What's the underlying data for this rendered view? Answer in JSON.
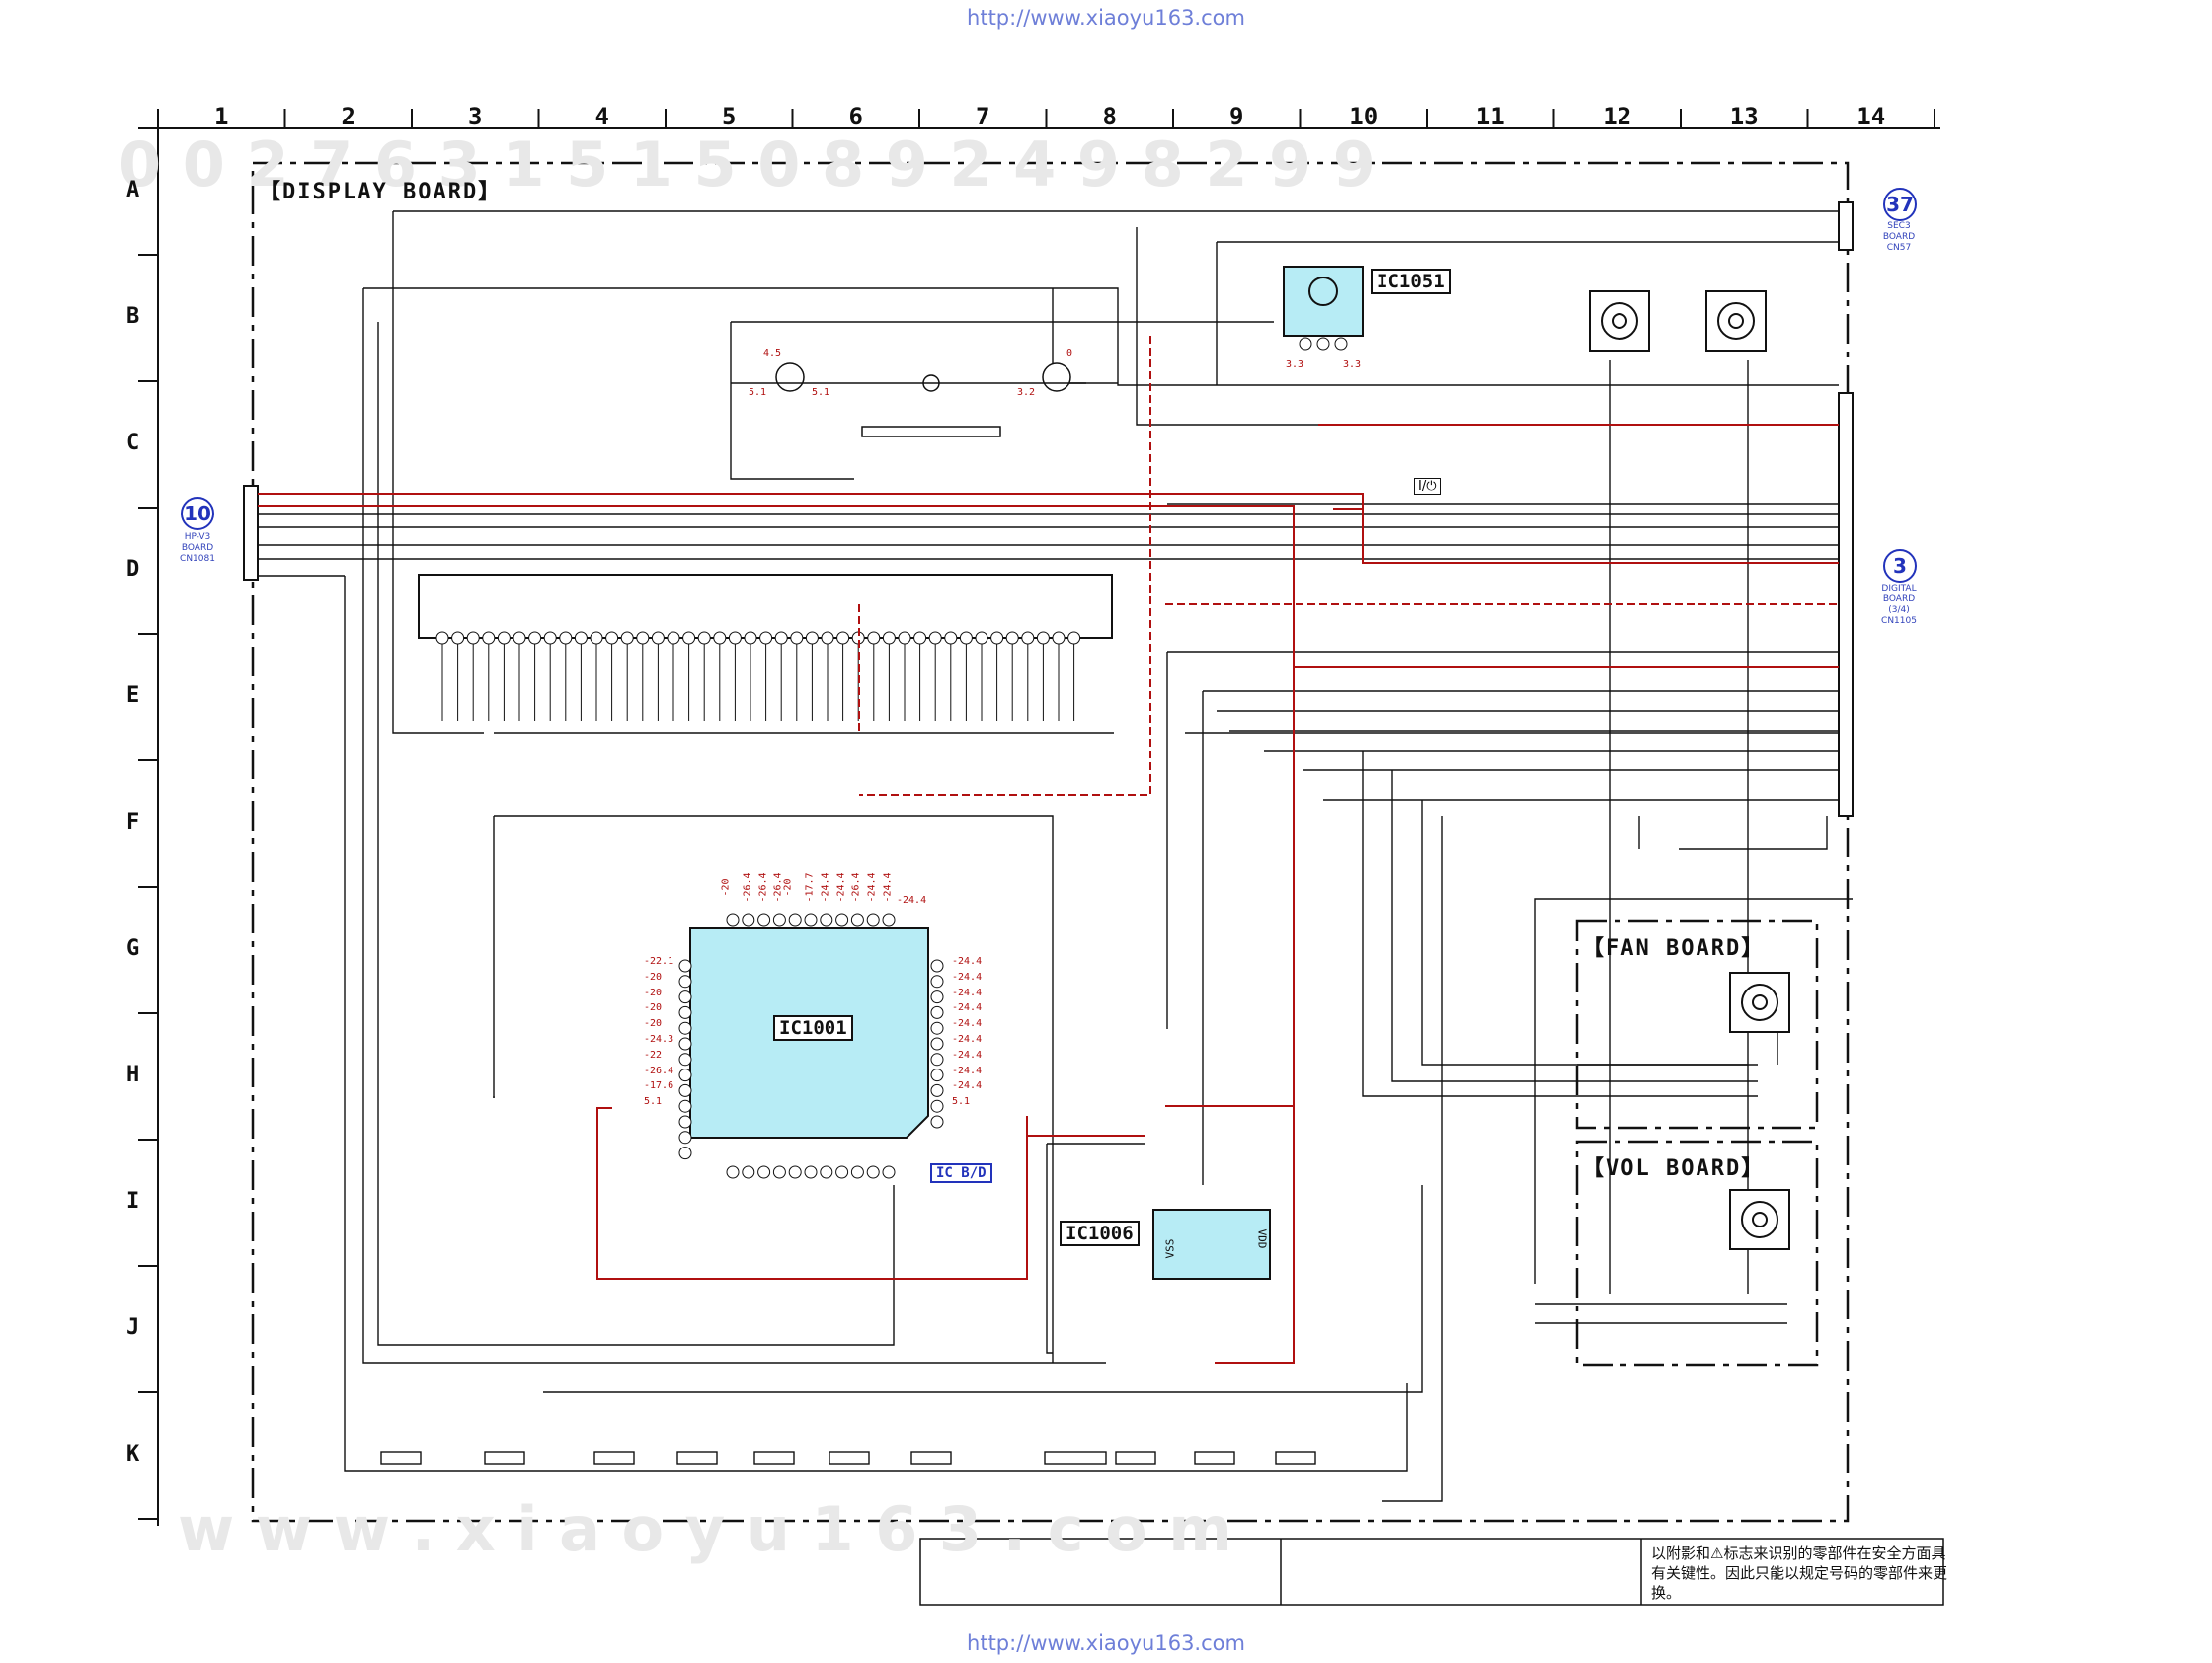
{
  "page": {
    "url_top": "http://www.xiaoyu163.com",
    "url_bottom": "http://www.xiaoyu163.com"
  },
  "grid": {
    "columns": [
      "1",
      "2",
      "3",
      "4",
      "5",
      "6",
      "7",
      "8",
      "9",
      "10",
      "11",
      "12",
      "13",
      "14"
    ],
    "rows": [
      "A",
      "B",
      "C",
      "D",
      "E",
      "F",
      "G",
      "H",
      "I",
      "J",
      "K"
    ]
  },
  "boards": {
    "display": "【DISPLAY BOARD】",
    "fan": "【FAN BOARD】",
    "vol": "【VOL BOARD】"
  },
  "ics": {
    "ic1051": "IC1051",
    "ic1001": "IC1001",
    "ic1006": "IC1006",
    "icbd": "IC B/D"
  },
  "connectors": {
    "hp": {
      "num": "10",
      "line1": "HP-V3",
      "line2": "BOARD",
      "line3": "CN1081"
    },
    "secg": {
      "num": "37",
      "line1": "SEC3",
      "line2": "BOARD",
      "line3": "CN57"
    },
    "digital": {
      "num": "3",
      "line1": "DIGITAL",
      "line2": "BOARD",
      "line3": "(3/4)",
      "line4": "CN1105"
    }
  },
  "ic1001_voltages": {
    "top": [
      "-20",
      "-26.4",
      "-26.4",
      "-26.4",
      "-20",
      "-17.7",
      "-24.4",
      "-24.4",
      "-26.4",
      "-24.4",
      "-24.4"
    ],
    "left": [
      "-22.1",
      "-20",
      "-20",
      "-20",
      "-20",
      "-24.3",
      "-22",
      "-26.4",
      "-17.6",
      "5.1"
    ],
    "right": [
      "-24.4",
      "-24.4",
      "-24.4",
      "-24.4",
      "-24.4",
      "-24.4",
      "-24.4",
      "-24.4",
      "-24.4",
      "5.1"
    ],
    "top_right": "-24.4"
  },
  "misc_voltages": {
    "q1_a": "4.5",
    "q1_b": "5.1",
    "q1_c": "5.1",
    "q2_a": "0",
    "q2_b": "3.2",
    "ic1051_a": "3.3",
    "ic1051_b": "3.3"
  },
  "ic1006_pins": {
    "vss": "VSS",
    "vdd": "VDD"
  },
  "power_label": "I/⏻",
  "note": "以附影和⚠标志来识别的零部件在安全方面具有关键性。因此只能以规定号码的零部件来更换。",
  "colors": {
    "wire": "#111111",
    "red": "#b01010",
    "ic_fill": "#b7ecf5",
    "connector_blue": "#2233bb",
    "watermark": "#ececec"
  }
}
